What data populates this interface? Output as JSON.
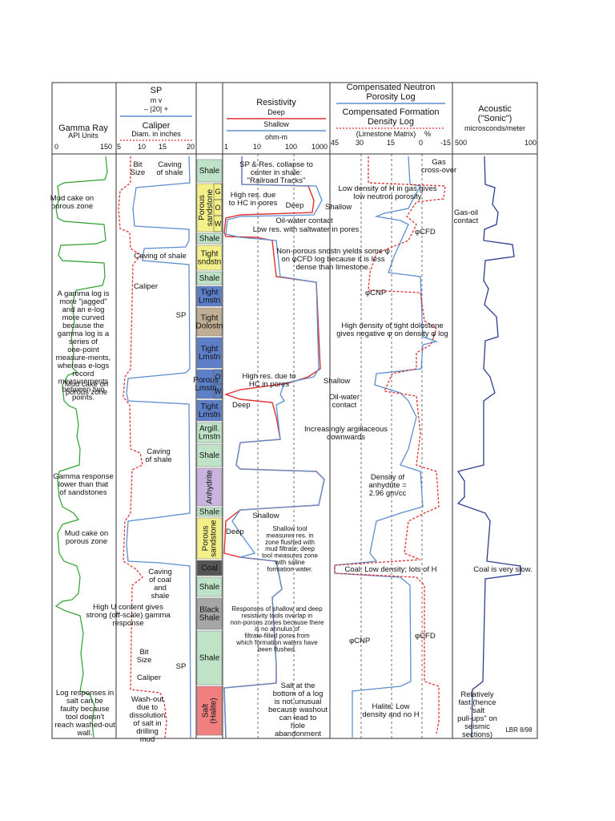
{
  "headers": {
    "gamma": {
      "title": "Gamma Ray",
      "units": "API Units",
      "scale": [
        "0",
        "150"
      ]
    },
    "sp": {
      "title": "SP",
      "units": "m v",
      "scale_bar": "– |20| +"
    },
    "caliper": {
      "title": "Caliper",
      "units": "Diam. in inches",
      "scale": [
        "5",
        "10",
        "15",
        "20"
      ]
    },
    "resistivity": {
      "title": "Resistivity",
      "deep": "Deep",
      "shallow": "Shallow",
      "units": "ohm-m",
      "scale": [
        "1",
        "10",
        "100",
        "1000"
      ]
    },
    "neutron": {
      "title_1": "Compensated Neutron",
      "title_2": "Porosity Log",
      "density_1": "Compensated Formation",
      "density_2": "Density Log",
      "matrix": "(Limestone Matrix)",
      "pct": "%",
      "scale": [
        "45",
        "30",
        "15",
        "0",
        "-15"
      ]
    },
    "acoustic": {
      "title_1": "Acoustic",
      "title_2": "(\"Sonic\")",
      "units": "microsconds/meter",
      "scale": [
        "500",
        "100"
      ]
    }
  },
  "lithology": [
    {
      "label": "Shale",
      "color": "#bfe3c6"
    },
    {
      "label": "Porous sandstone",
      "color": "#f3f08a",
      "fluids": [
        "G",
        "O",
        "W"
      ]
    },
    {
      "label": "Shale",
      "color": "#bfe3c6"
    },
    {
      "label": "Tight sndstn",
      "color": "#f3f08a"
    },
    {
      "label": "Shale",
      "color": "#bfe3c6"
    },
    {
      "label": "Tight Lmstn",
      "color": "#5d7fc8"
    },
    {
      "label": "Tight Dolostn",
      "color": "#bfae94"
    },
    {
      "label": "Tight Lmstn",
      "color": "#5d7fc8"
    },
    {
      "label": "Porous Lmstn",
      "color": "#5d7fc8",
      "fluids": [
        "O",
        "W"
      ]
    },
    {
      "label": "Tight Lmstn",
      "color": "#5d7fc8"
    },
    {
      "label": "Argill. Lmstn",
      "color": "#bfe3c6"
    },
    {
      "label": "Shale",
      "color": "#bfe3c6"
    },
    {
      "label": "Anhydrite",
      "color": "#c9b4e0"
    },
    {
      "label": "Shale",
      "color": "#bfe3c6"
    },
    {
      "label": "Porous sandstone",
      "color": "#f3f08a"
    },
    {
      "label": "Coal",
      "color": "#555555"
    },
    {
      "label": "Shale",
      "color": "#bfe3c6"
    },
    {
      "label": "Black Shale",
      "color": "#a6a6a6"
    },
    {
      "label": "Shale",
      "color": "#bfe3c6"
    },
    {
      "label": "Salt (Halite)",
      "color": "#f08080"
    }
  ],
  "annotations": {
    "gamma": [
      "Mud cake on porous zone",
      "A gamma log is more \"jagged\" and an e-log more curved because the gamma log is a series of one-point measure-ments, whereas e-logs record measurements between two points.",
      "Mud cake on porous zone",
      "Gamma response lower than that of sandstones",
      "Mud cake on porous zone",
      "High U content gives strong (off-scale) gamma response",
      "Log responses in salt can be faulty because tool doesn't reach washed-out wall."
    ],
    "caliper": [
      "Bit Size",
      "Caving of shale",
      "Caving of shale",
      "Caliper",
      "SP",
      "Caving of shale",
      "Caving of coal and shale",
      "Bit Size",
      "Caliper",
      "SP",
      "Wash-out due to dissolution of salt in drilling mud"
    ],
    "resistivity": [
      "SP & Res. collapse to center in shale: \"Railroad Tracks\"",
      "High res. due to HC in pores",
      "Deep",
      "Shallow",
      "Oil-water contact",
      "Low res. with saltwater in pores",
      "High res. due to HC in pores",
      "Shallow",
      "Deep",
      "Oil-water contact",
      "Increasingly argillaceous downwards",
      "Shallow",
      "Deep",
      "Shallow tool measures res. in zone flushed with mud filtrate; deep tool measures zone with saline formation water.",
      "Responses of shallow and deep resistivity tools overlap in non-porous zones because there is no annulus of filtrate-filled pores from which formation waters have been flushed.",
      "Salt at the bottom of a log is not unusual because washout can lead to hole abandonment"
    ],
    "neutron": [
      "Gas cross-over",
      "Low density of H in gas gives low neutron porosity",
      "φCFD",
      "Non-porous sndstn yields some φ on φCFD log because it is less dense than limestone.",
      "φCNP",
      "High density of tight dolostone gives negative φ on density φ log",
      "Density of anhydrite = 2.96 gm/cc",
      "Coal: Low density; lots of H",
      "φCNP",
      "φCFD",
      "Halite: Low density and no H"
    ],
    "acoustic": [
      "Gas-oil contact",
      "Coal is very slow.",
      "Relatively fast (hence \"salt pull-ups\" on seismic sections)",
      "LBR 8/98"
    ]
  },
  "colors": {
    "gamma": "#2ca02c",
    "sp": "#5b8fd0",
    "deep": "#e03030",
    "shallow": "#5b8fd0",
    "sonic": "#2c3e8f"
  }
}
